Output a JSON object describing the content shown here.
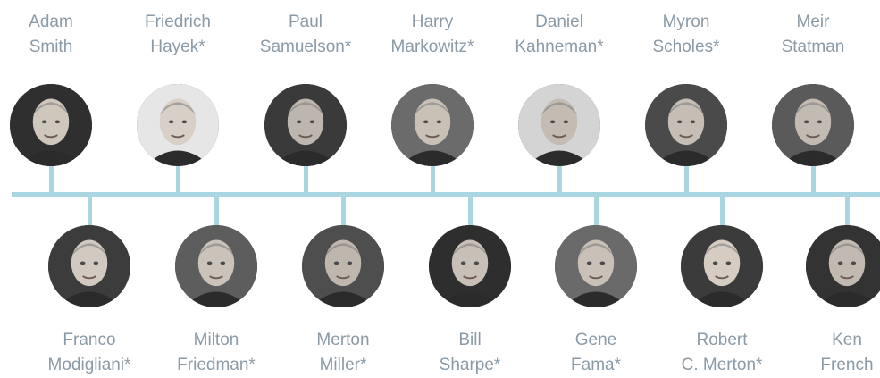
{
  "colors": {
    "line": "#a9d6e0",
    "text": "#8a9aa6"
  },
  "top_row": [
    {
      "first": "Adam",
      "last": "Smith",
      "icon": "portrait-icon",
      "tone": "#cfc6bc",
      "bg": "#2f2f2f"
    },
    {
      "first": "Friedrich",
      "last": "Hayek*",
      "icon": "portrait-icon",
      "tone": "#d8d0c7",
      "bg": "#e6e6e6"
    },
    {
      "first": "Paul",
      "last": "Samuelson*",
      "icon": "portrait-icon",
      "tone": "#bdb6ae",
      "bg": "#3a3a3a"
    },
    {
      "first": "Harry",
      "last": "Markowitz*",
      "icon": "portrait-icon",
      "tone": "#c9c0b6",
      "bg": "#6b6b6b"
    },
    {
      "first": "Daniel",
      "last": "Kahneman*",
      "icon": "portrait-icon",
      "tone": "#c4bbb2",
      "bg": "#d4d4d4"
    },
    {
      "first": "Myron",
      "last": "Scholes*",
      "icon": "portrait-icon",
      "tone": "#c6beb5",
      "bg": "#4a4a4a"
    },
    {
      "first": "Meir",
      "last": "Statman",
      "icon": "portrait-icon",
      "tone": "#c3bab1",
      "bg": "#5a5a5a"
    }
  ],
  "bottom_row": [
    {
      "first": "Franco",
      "last": "Modigliani*",
      "icon": "portrait-icon",
      "tone": "#d2c9c0",
      "bg": "#3c3c3c"
    },
    {
      "first": "Milton",
      "last": "Friedman*",
      "icon": "portrait-icon",
      "tone": "#cbc3ba",
      "bg": "#5d5d5d"
    },
    {
      "first": "Merton",
      "last": "Miller*",
      "icon": "portrait-icon",
      "tone": "#bfb7ae",
      "bg": "#4e4e4e"
    },
    {
      "first": "Bill",
      "last": "Sharpe*",
      "icon": "portrait-icon",
      "tone": "#c8bfb6",
      "bg": "#2e2e2e"
    },
    {
      "first": "Gene",
      "last": "Fama*",
      "icon": "portrait-icon",
      "tone": "#c9c0b7",
      "bg": "#6a6a6a"
    },
    {
      "first": "Robert",
      "last": "C. Merton*",
      "icon": "portrait-icon",
      "tone": "#d6ccc2",
      "bg": "#3b3b3b"
    },
    {
      "first": "Ken",
      "last": "French",
      "icon": "portrait-icon",
      "tone": "#c2b9b0",
      "bg": "#333333"
    }
  ]
}
